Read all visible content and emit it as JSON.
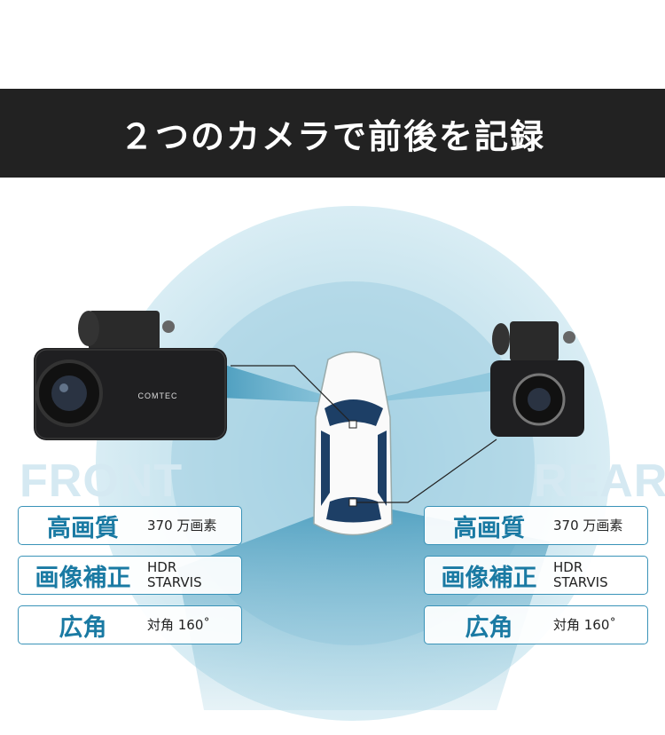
{
  "title": "２つのカメラで前後を記録",
  "front": {
    "label": "FRONT",
    "logo": "COMTEC",
    "specs": [
      {
        "key": "高画質",
        "value": "370 万画素"
      },
      {
        "key": "画像補正",
        "value_lines": [
          "HDR",
          "STARVIS"
        ]
      },
      {
        "key": "広角",
        "value": "対角 160˚"
      }
    ]
  },
  "rear": {
    "label": "REAR",
    "specs": [
      {
        "key": "高画質",
        "value": "370 万画素"
      },
      {
        "key": "画像補正",
        "value_lines": [
          "HDR",
          "STARVIS"
        ]
      },
      {
        "key": "広角",
        "value": "対角 160˚"
      }
    ]
  },
  "colors": {
    "title_bg": "#222222",
    "accent": "#1a7aa3",
    "range_outer": "#d4e9f1",
    "range_inner": "#b5d9e8"
  }
}
